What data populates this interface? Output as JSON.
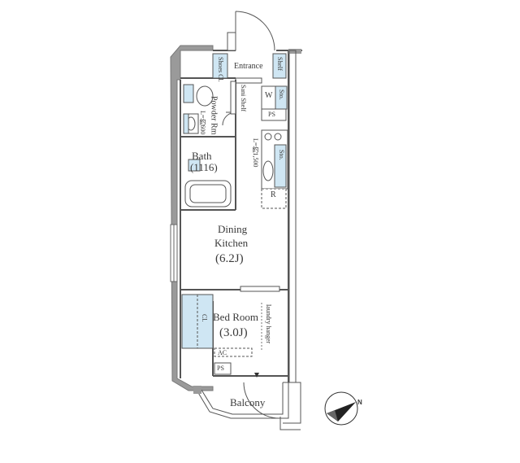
{
  "rooms": {
    "entrance": "Entrance",
    "shoes_cl": "Shoes Cl.",
    "shelf": "Shelf",
    "powder_rm": "Powder Rm",
    "bath_title": "Bath",
    "bath_size": "(1116)",
    "dining_kitchen_title_1": "Dining",
    "dining_kitchen_title_2": "Kitchen",
    "dining_kitchen_size": "(6.2J)",
    "bed_room_title": "Bed Room",
    "bed_room_size": "(3.0J)",
    "closet": "Cl.",
    "balcony": "Balcony"
  },
  "fixtures": {
    "washer": "W",
    "storage_sto": "Sto.",
    "ps_upper": "PS",
    "ps_lower": "PS",
    "kitchen_sto": "Sto.",
    "refrigerator": "R",
    "hall_shelf": "Sani Shelf",
    "kitchen_length": "L=約1,500",
    "laundry_hanger": "laundry hanger",
    "ac": "AC",
    "towel_bar": "L=約600"
  },
  "compass": {
    "north_label": "N"
  },
  "colors": {
    "wall": "#8c8c8c",
    "wall_fill": "#9a9a9a",
    "cabinet": "#cfe6f3",
    "line": "#555555"
  }
}
